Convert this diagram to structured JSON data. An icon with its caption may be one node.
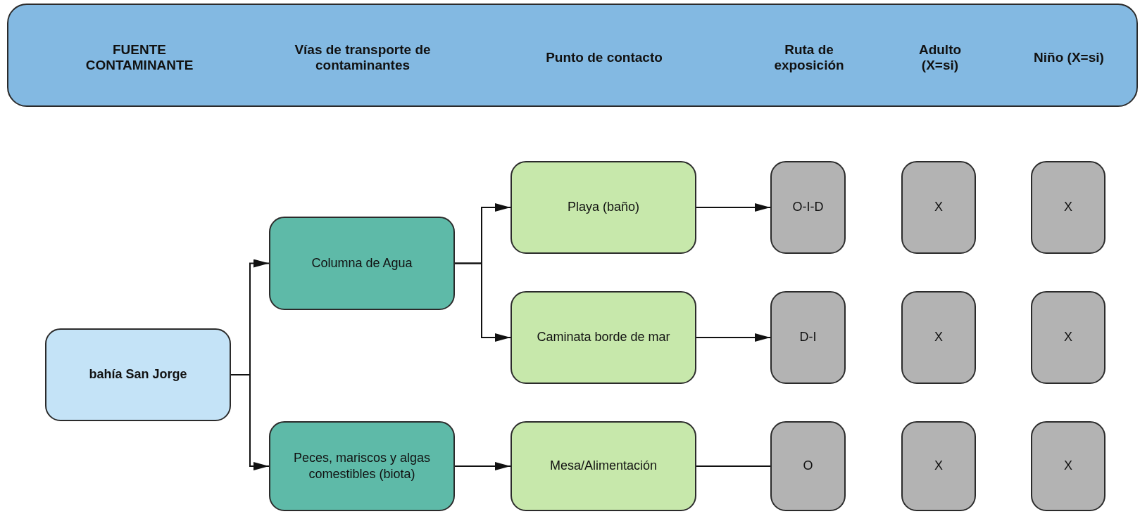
{
  "diagram": {
    "nodes": [
      {
        "text": [
          "FUENTE CONTAMINANTE",
          "Vías de transporte de contaminantes",
          "Punto de contacto",
          "Ruta de exposición",
          "Adulto (X=si)",
          "Niño (X=si)"
        ]
      },
      {
        "text": [
          "bahía San Jorge"
        ]
      },
      {
        "text": [
          "Columna de Agua"
        ]
      },
      {
        "text": [
          "Peces, mariscos y algas comestibles (biota)"
        ]
      },
      {
        "text": [
          "Playa (baño)"
        ]
      },
      {
        "text": [
          "Caminata borde de mar"
        ]
      },
      {
        "text": [
          "Mesa/Alimentación"
        ]
      },
      {
        "text": [
          "O-I-D"
        ]
      },
      {
        "text": [
          "D-I"
        ]
      },
      {
        "text": [
          "O"
        ]
      },
      {
        "text": [
          "X"
        ]
      },
      {
        "text": [
          "X"
        ]
      },
      {
        "text": [
          "X"
        ]
      },
      {
        "text": [
          "X"
        ]
      },
      {
        "text": [
          "X"
        ]
      },
      {
        "text": [
          "X"
        ]
      }
    ],
    "edges": [
      {
        "from": 1,
        "to": 2,
        "arrow": "to"
      },
      {
        "from": 1,
        "to": 3,
        "arrow": "to"
      },
      {
        "from": 2,
        "to": 4,
        "arrow": "to"
      },
      {
        "from": 2,
        "to": 5,
        "arrow": "to"
      },
      {
        "from": 3,
        "to": 6,
        "arrow": "to"
      },
      {
        "from": 4,
        "to": 7,
        "arrow": "to"
      },
      {
        "from": 5,
        "to": 8,
        "arrow": "to"
      },
      {
        "from": 6,
        "to": 9,
        "arrow": "none"
      }
    ]
  }
}
